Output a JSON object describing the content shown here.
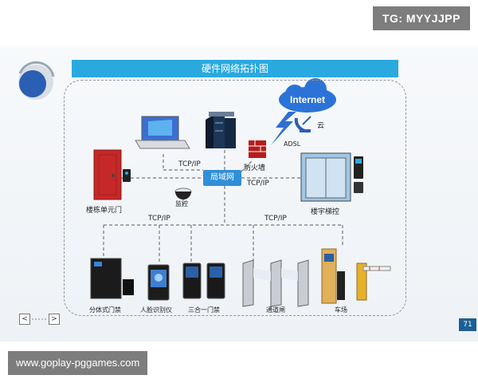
{
  "watermarks": {
    "top_right": "TG: MYYJJPP",
    "bottom_left": "www.goplay-pggames.com"
  },
  "slide": {
    "title": "硬件网络拓扑图",
    "page_number": "71",
    "nav": {
      "prev": "<",
      "next": ">"
    }
  },
  "diagram": {
    "cloud_text": "Internet",
    "cloud_label": "云",
    "adsl_label": "ADSL",
    "firewall_label": "防火墙",
    "lan_label": "局域网",
    "camera_label": "监控",
    "building_door_label": "楼栋单元门",
    "elevator_label": "楼宇梯控",
    "protocol_labels": [
      "TCP/IP",
      "TCP/IP",
      "TCP/IP",
      "TCP/IP"
    ],
    "devices": [
      "分体式门禁",
      "人脸识别仪",
      "三合一门禁",
      "通道闸",
      "车场"
    ]
  },
  "colors": {
    "accent": "#2aa9df",
    "lan": "#2f8fd8",
    "door": "#c62828",
    "page": "#1d5f95"
  }
}
